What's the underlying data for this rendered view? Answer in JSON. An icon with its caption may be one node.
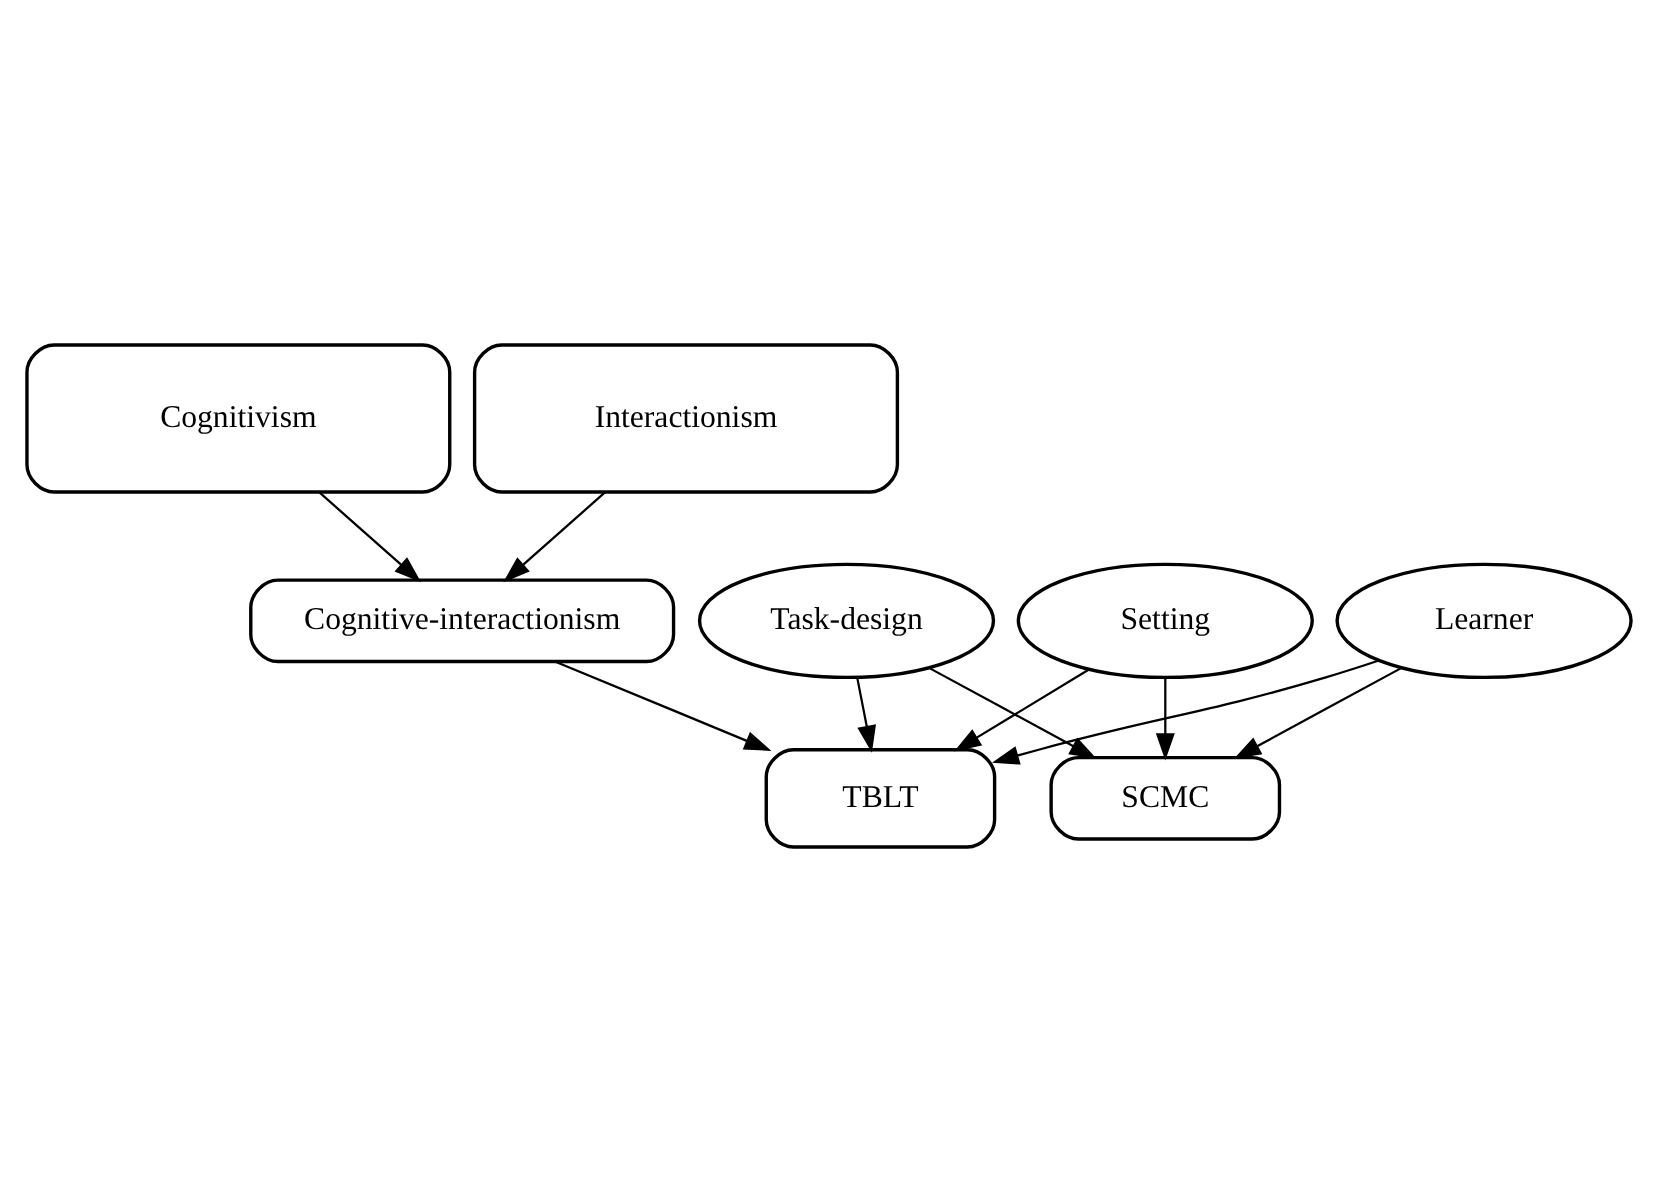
{
  "diagram": {
    "nodes": [
      {
        "text": [
          "Cognitivism"
        ]
      },
      {
        "text": [
          "Interactionism"
        ]
      },
      {
        "text": [
          "Cognitive-interactionism"
        ]
      },
      {
        "text": [
          "TBLT"
        ]
      },
      {
        "text": [
          "Task-design"
        ]
      },
      {
        "text": [
          "Setting"
        ]
      },
      {
        "text": [
          "Learner"
        ]
      },
      {
        "text": [
          "SCMC"
        ]
      }
    ],
    "edges": [
      {
        "from": 0,
        "to": 2,
        "arrow": "to"
      },
      {
        "from": 1,
        "to": 2,
        "arrow": "to"
      },
      {
        "from": 2,
        "to": 3,
        "arrow": "to"
      },
      {
        "from": 4,
        "to": 3,
        "arrow": "to"
      },
      {
        "from": 5,
        "to": 3,
        "arrow": "to"
      },
      {
        "from": 6,
        "to": 3,
        "arrow": "to"
      },
      {
        "from": 4,
        "to": 7,
        "arrow": "to"
      },
      {
        "from": 5,
        "to": 7,
        "arrow": "to"
      },
      {
        "from": 6,
        "to": 7,
        "arrow": "to"
      }
    ]
  }
}
